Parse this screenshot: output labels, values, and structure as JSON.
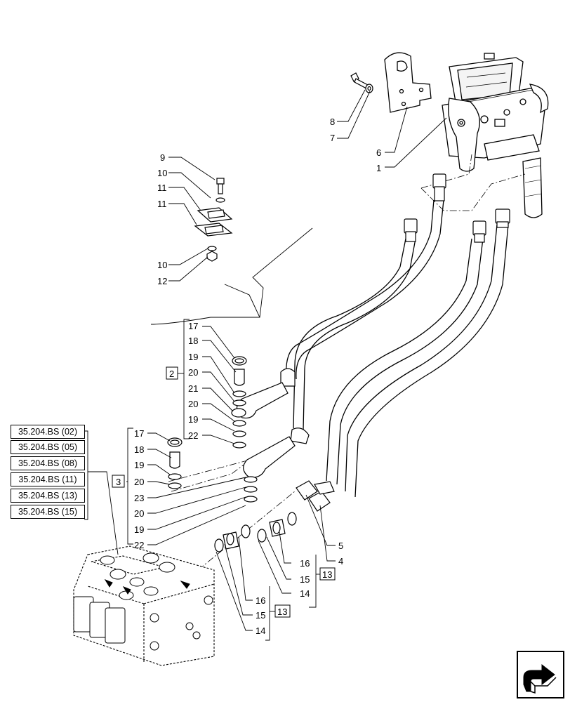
{
  "callouts": {
    "c1": "1",
    "c4": "4",
    "c5": "5",
    "c6": "6",
    "c7": "7",
    "c8": "8",
    "c9": "9",
    "c10a": "10",
    "c10b": "10",
    "c11a": "11",
    "c11b": "11",
    "c12": "12",
    "g2_17": "17",
    "g2_18": "18",
    "g2_19a": "19",
    "g2_20a": "20",
    "g2_21": "21",
    "g2_20b": "20",
    "g2_19b": "19",
    "g2_22": "22",
    "g3_17": "17",
    "g3_18": "18",
    "g3_19": "19",
    "g3_20a": "20",
    "g3_23": "23",
    "g3_20b": "20",
    "g3_19b": "19",
    "g3_22": "22",
    "r_16": "16",
    "r_15": "15",
    "r_14": "14",
    "l_16": "16",
    "l_15": "15",
    "l_14": "14"
  },
  "group_labels": {
    "g2": "2",
    "g3": "3",
    "g13a": "13",
    "g13b": "13"
  },
  "references": [
    "35.204.BS (02)",
    "35.204.BS (05)",
    "35.204.BS (08)",
    "35.204.BS (11)",
    "35.204.BS (13)",
    "35.204.BS (15)"
  ],
  "nav": {
    "icon": "next-page-arrow-icon"
  }
}
